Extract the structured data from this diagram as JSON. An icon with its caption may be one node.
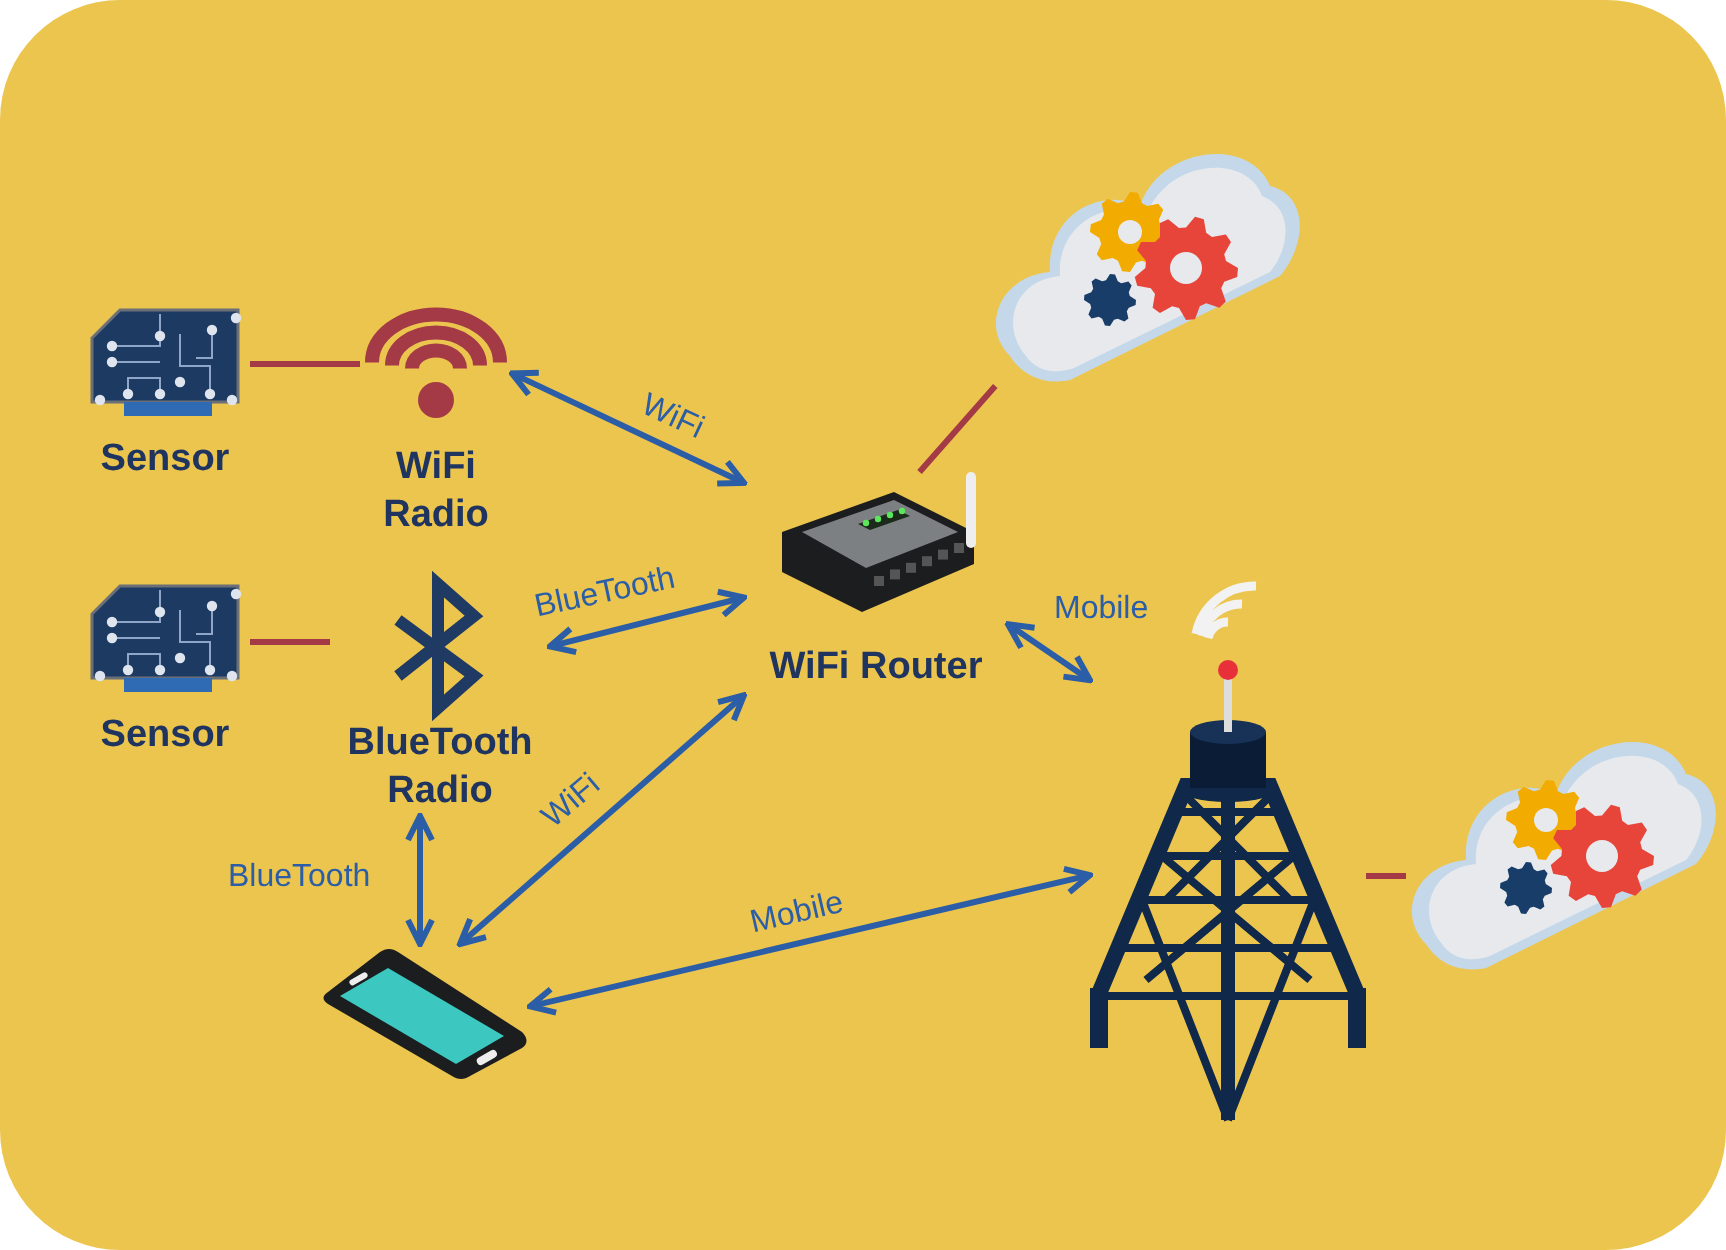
{
  "diagram": {
    "nodes": [
      {
        "text": [
          "Sensor"
        ]
      },
      {
        "text": [
          "WiFi Radio"
        ]
      },
      {
        "text": [
          "Sensor"
        ]
      },
      {
        "text": [
          "BlueTooth Radio"
        ]
      },
      {
        "text": [
          "WiFi Router"
        ]
      },
      {
        "text": [],
        "shape": "picture"
      },
      {
        "text": [],
        "shape": "picture"
      },
      {
        "text": [],
        "shape": "picture"
      },
      {
        "text": [],
        "shape": "picture"
      }
    ],
    "edges": [
      {
        "from": 0,
        "to": 1,
        "arrow": "none",
        "color": "#a33a46"
      },
      {
        "from": 2,
        "to": 3,
        "arrow": "none",
        "color": "#a33a46"
      },
      {
        "from": 1,
        "to": 4,
        "arrow": "both",
        "label": "WiFi"
      },
      {
        "from": 3,
        "to": 4,
        "arrow": "both",
        "label": "BlueTooth"
      },
      {
        "from": 4,
        "to": 5,
        "arrow": "none",
        "color": "#a33a46"
      },
      {
        "from": 4,
        "to": 7,
        "arrow": "both",
        "label": "Mobile"
      },
      {
        "from": 3,
        "to": 6,
        "arrow": "both",
        "label": "BlueTooth"
      },
      {
        "from": 6,
        "to": 4,
        "arrow": "both",
        "label": "WiFi"
      },
      {
        "from": 6,
        "to": 7,
        "arrow": "both",
        "label": "Mobile"
      },
      {
        "from": 7,
        "to": 8,
        "arrow": "none",
        "color": "#a33a46"
      }
    ]
  }
}
